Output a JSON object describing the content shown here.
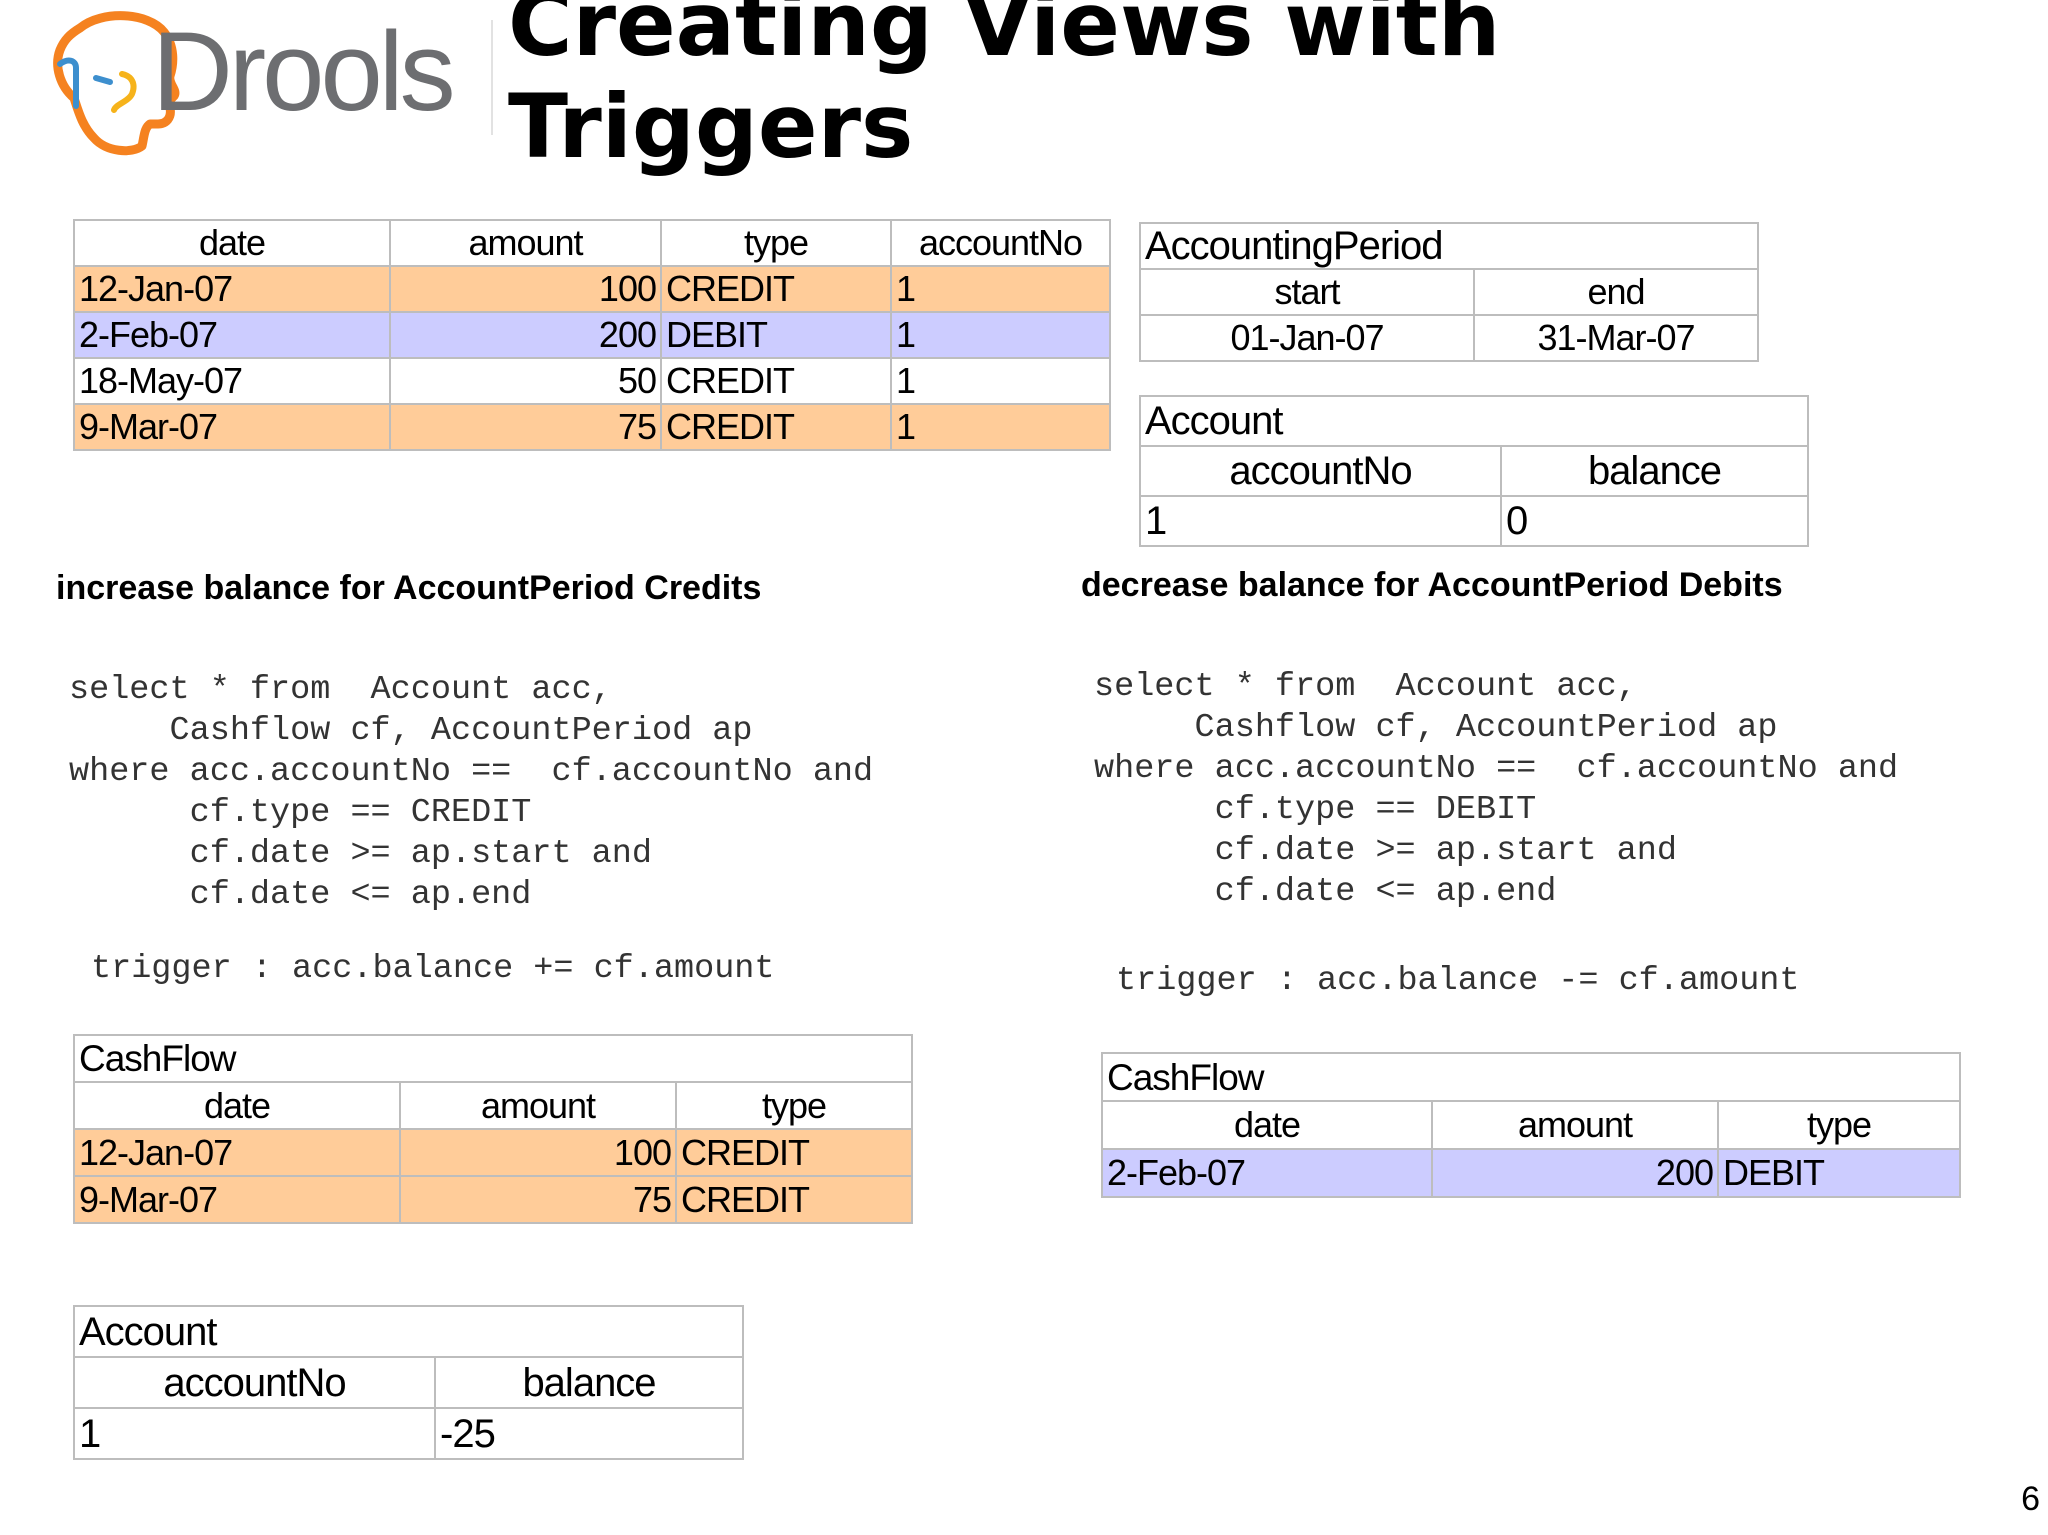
{
  "header": {
    "logo_text": "Drools",
    "title_line1": "Creating Views with",
    "title_line2": "Triggers"
  },
  "colors": {
    "credit_row": "#ffcc99",
    "debit_row": "#ccccff",
    "grid": "#bdbdbd",
    "logo_gray": "#6d6e71",
    "logo_orange": "#f58220",
    "logo_blue": "#3d8fce"
  },
  "cashflow_input": {
    "headers": [
      "date",
      "amount",
      "type",
      "accountNo"
    ],
    "rows": [
      {
        "date": "12-Jan-07",
        "amount": "100",
        "type": "CREDIT",
        "accountNo": "1"
      },
      {
        "date": "2-Feb-07",
        "amount": "200",
        "type": "DEBIT",
        "accountNo": "1"
      },
      {
        "date": "18-May-07",
        "amount": "50",
        "type": "CREDIT",
        "accountNo": "1"
      },
      {
        "date": "9-Mar-07",
        "amount": "75",
        "type": "CREDIT",
        "accountNo": "1"
      }
    ]
  },
  "accounting_period": {
    "caption": "AccountingPeriod",
    "headers": [
      "start",
      "end"
    ],
    "row": {
      "start": "01-Jan-07",
      "end": "31-Mar-07"
    }
  },
  "account_before": {
    "caption": "Account",
    "headers": [
      "accountNo",
      "balance"
    ],
    "row": {
      "accountNo": "1",
      "balance": "0"
    }
  },
  "credit_rule": {
    "heading": "increase balance for AccountPeriod Credits",
    "query": "select * from  Account acc,\n     Cashflow cf, AccountPeriod ap\nwhere acc.accountNo ==  cf.accountNo and\n      cf.type == CREDIT\n      cf.date >= ap.start and\n      cf.date <= ap.end",
    "trigger": "trigger : acc.balance += cf.amount"
  },
  "debit_rule": {
    "heading": "decrease balance for AccountPeriod Debits",
    "query": "select * from  Account acc,\n     Cashflow cf, AccountPeriod ap\nwhere acc.accountNo ==  cf.accountNo and\n      cf.type == DEBIT\n      cf.date >= ap.start and\n      cf.date <= ap.end",
    "trigger": "trigger : acc.balance -= cf.amount"
  },
  "credit_view": {
    "caption": "CashFlow",
    "headers": [
      "date",
      "amount",
      "type"
    ],
    "rows": [
      {
        "date": "12-Jan-07",
        "amount": "100",
        "type": "CREDIT"
      },
      {
        "date": "9-Mar-07",
        "amount": "75",
        "type": "CREDIT"
      }
    ]
  },
  "debit_view": {
    "caption": "CashFlow",
    "headers": [
      "date",
      "amount",
      "type"
    ],
    "rows": [
      {
        "date": "2-Feb-07",
        "amount": "200",
        "type": "DEBIT"
      }
    ]
  },
  "account_after": {
    "caption": "Account",
    "headers": [
      "accountNo",
      "balance"
    ],
    "row": {
      "accountNo": "1",
      "balance": "-25"
    }
  },
  "page_number": "6"
}
